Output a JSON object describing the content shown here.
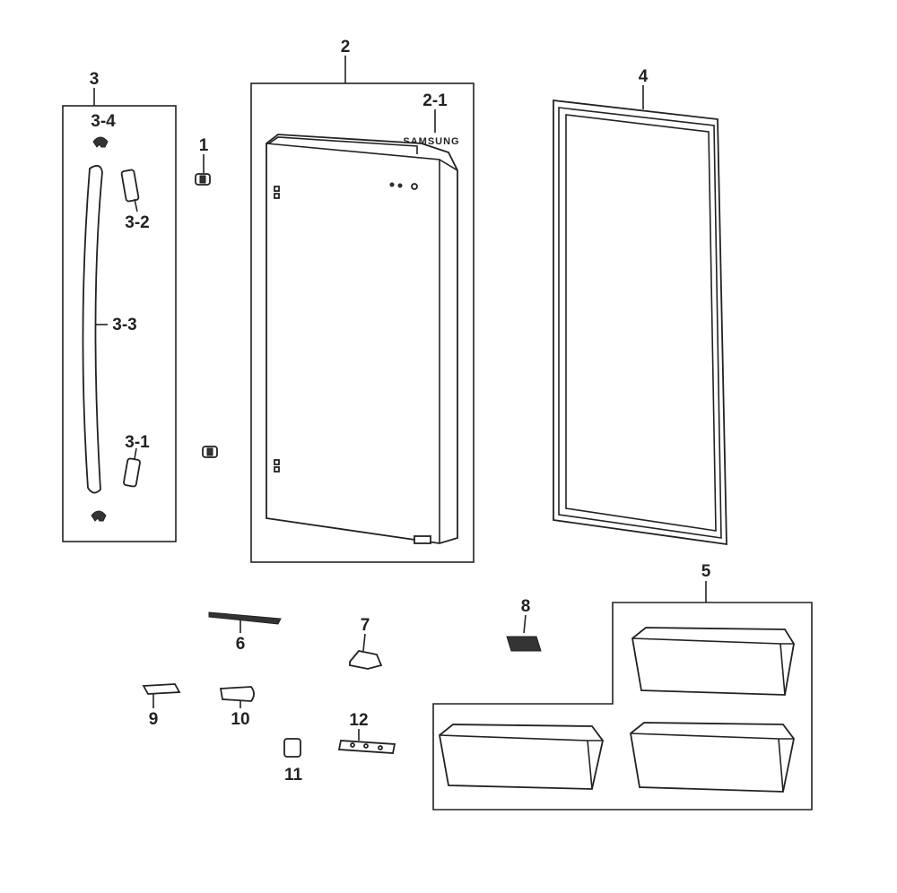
{
  "diagram": {
    "brand_text": "SAMSUNG",
    "labels": {
      "p1": "1",
      "p2": "2",
      "p2_1": "2-1",
      "p3": "3",
      "p3_1": "3-1",
      "p3_2": "3-2",
      "p3_3": "3-3",
      "p3_4": "3-4",
      "p4": "4",
      "p5": "5",
      "p6": "6",
      "p7": "7",
      "p8": "8",
      "p9": "9",
      "p10": "10",
      "p11": "11",
      "p12": "12"
    }
  }
}
